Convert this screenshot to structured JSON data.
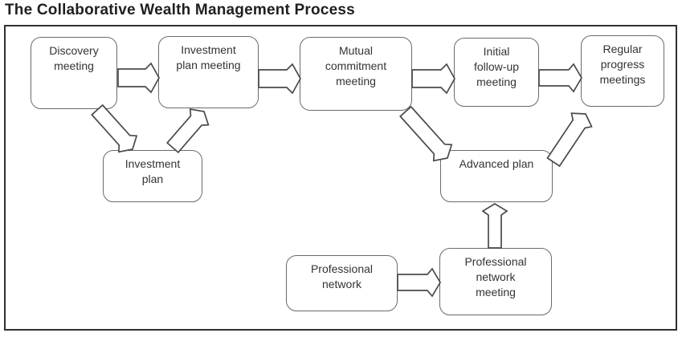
{
  "title": "The Collaborative Wealth Management Process",
  "colors": {
    "background": "#ffffff",
    "frame_border": "#303030",
    "box_fill": "#ffffff",
    "box_border": "#6b6b6b",
    "arrow_outline": "#4a4a4a",
    "box_text": "#333333",
    "title_text": "#1f1f1f"
  },
  "boxes": [
    {
      "id": "discovery-meeting",
      "label": "Discovery\nmeeting"
    },
    {
      "id": "investment-plan-meeting",
      "label": "Investment\nplan meeting"
    },
    {
      "id": "mutual-commitment-meeting",
      "label": "Mutual\ncommitment\nmeeting"
    },
    {
      "id": "initial-follow-up-meeting",
      "label": "Initial\nfollow-up\nmeeting"
    },
    {
      "id": "regular-progress-meetings",
      "label": "Regular\nprogress\nmeetings"
    },
    {
      "id": "investment-plan",
      "label": "Investment\nplan"
    },
    {
      "id": "advanced-plan",
      "label": "Advanced plan"
    },
    {
      "id": "professional-network",
      "label": "Professional\nnetwork"
    },
    {
      "id": "professional-network-meeting",
      "label": "Professional\nnetwork\nmeeting"
    }
  ],
  "connections": [
    {
      "from": "discovery-meeting",
      "to": "investment-plan-meeting"
    },
    {
      "from": "investment-plan-meeting",
      "to": "mutual-commitment-meeting"
    },
    {
      "from": "mutual-commitment-meeting",
      "to": "initial-follow-up-meeting"
    },
    {
      "from": "initial-follow-up-meeting",
      "to": "regular-progress-meetings"
    },
    {
      "from": "professional-network",
      "to": "professional-network-meeting"
    },
    {
      "from": "discovery-meeting",
      "to": "investment-plan"
    },
    {
      "from": "investment-plan",
      "to": "investment-plan-meeting"
    },
    {
      "from": "mutual-commitment-meeting",
      "to": "advanced-plan"
    },
    {
      "from": "advanced-plan",
      "to": "regular-progress-meetings"
    },
    {
      "from": "professional-network-meeting",
      "to": "advanced-plan"
    }
  ]
}
